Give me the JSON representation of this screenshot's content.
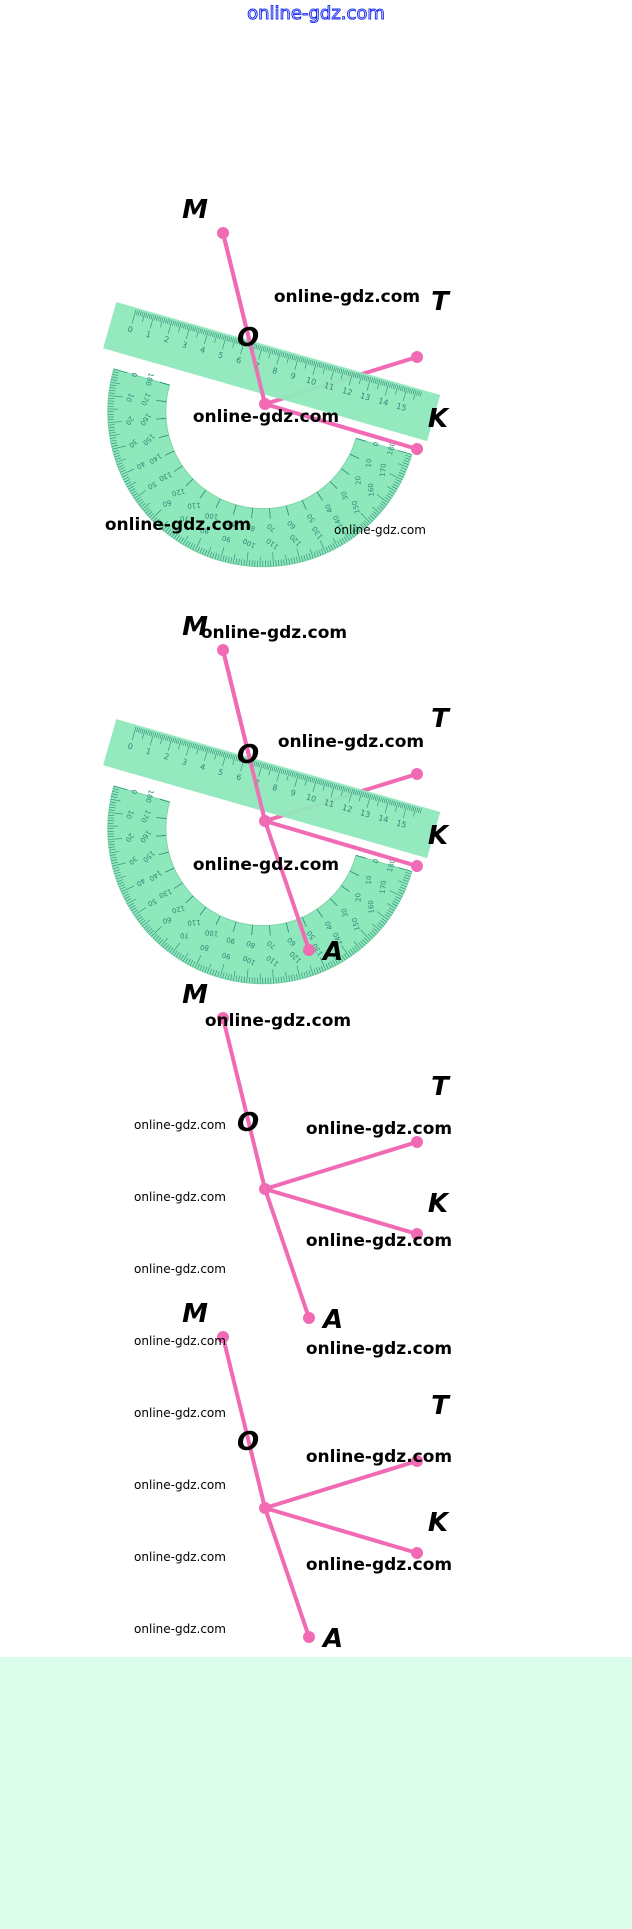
{
  "header": {
    "link_text": "online-gdz.com"
  },
  "watermark": "online-gdz.com",
  "labels": {
    "M": "M",
    "O": "O",
    "T": "T",
    "K": "K",
    "A": "A"
  },
  "ruler": {
    "numbers": [
      "0",
      "1",
      "2",
      "3",
      "4",
      "5",
      "6",
      "7",
      "8",
      "9",
      "10",
      "11",
      "12",
      "13",
      "14",
      "15"
    ]
  },
  "protractor": {
    "outer_scale": [
      "0",
      "10",
      "20",
      "30",
      "40",
      "50",
      "60",
      "70",
      "80",
      "90",
      "100",
      "110",
      "120",
      "130",
      "140",
      "150",
      "160",
      "170",
      "180"
    ],
    "inner_scale": [
      "180",
      "170",
      "160",
      "150",
      "140",
      "130",
      "120",
      "110",
      "100",
      "90",
      "80",
      "70",
      "60",
      "50",
      "40",
      "30",
      "20",
      "10",
      "0"
    ]
  },
  "colors": {
    "ray": "#f06ab4",
    "protractor": "#8fe8bb",
    "ticks": "#2b8a78",
    "footer": "#dcfceb",
    "link": "#2233ee"
  }
}
